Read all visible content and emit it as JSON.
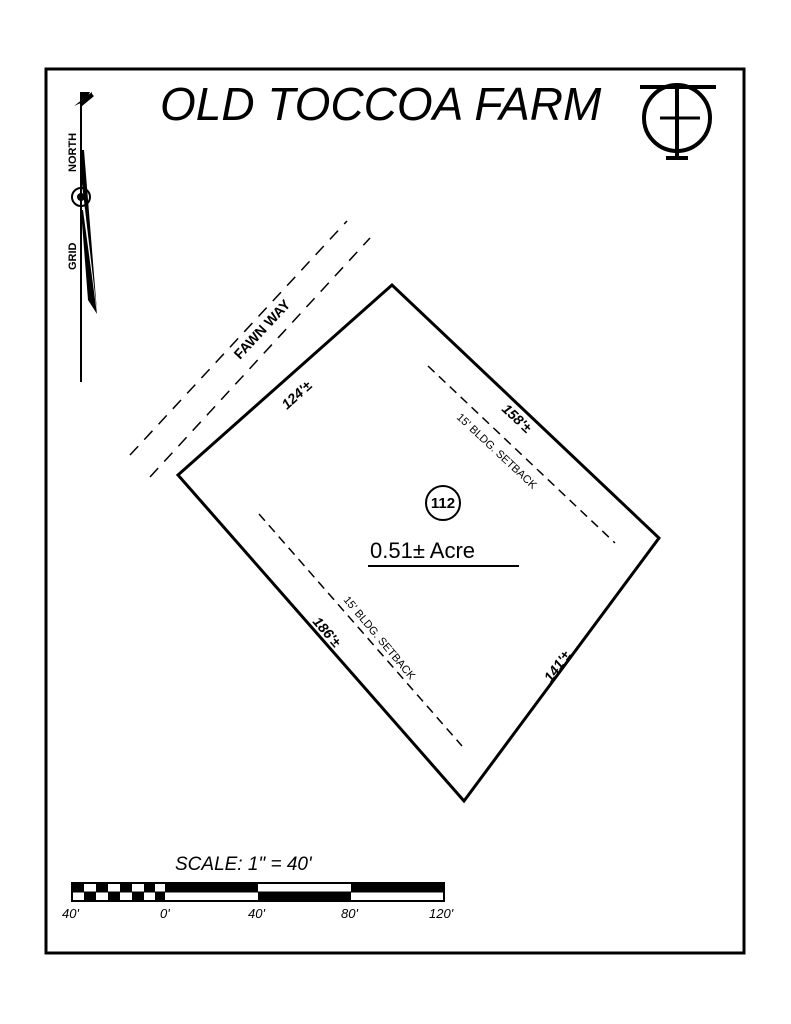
{
  "title": "OLD TOCCOA FARM",
  "north_arrow": {
    "north_label": "NORTH",
    "grid_label": "GRID"
  },
  "street": {
    "name": "FAWN WAY"
  },
  "lot": {
    "number": "112",
    "area": "0.51± Acre",
    "dimensions": {
      "northwest": "124'±",
      "northeast": "158'±",
      "southwest": "186'±",
      "southeast": "141'±"
    },
    "setbacks": {
      "northeast": "15' BLDG. SETBACK",
      "southwest": "15' BLDG. SETBACK"
    }
  },
  "scale": {
    "title": "SCALE: 1\" = 40'",
    "labels": [
      "40'",
      "0'",
      "40'",
      "80'",
      "120'"
    ]
  },
  "icons": {
    "logo": "otf-monogram-icon",
    "north_arrow": "north-arrow-icon"
  }
}
